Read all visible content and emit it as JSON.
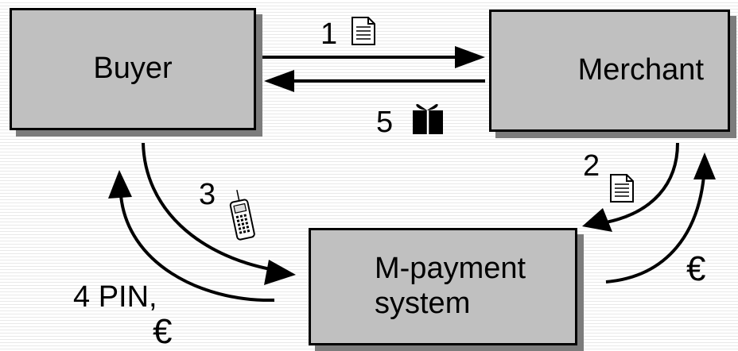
{
  "nodes": {
    "buyer": "Buyer",
    "merchant": "Merchant",
    "payment_line1": "M-payment",
    "payment_line2": "system"
  },
  "steps": {
    "step1": "1",
    "step2": "2",
    "step3": "3",
    "step4": "4  PIN,",
    "step5": "5",
    "euro_merchant": "€",
    "euro_buyer": "€"
  },
  "icons": {
    "step1": "document-icon",
    "step2": "document-icon",
    "step3": "mobile-phone-icon",
    "step5": "gift-icon"
  },
  "colors": {
    "box_fill": "#c0c0c0",
    "box_shadow": "#7c7c7c",
    "stroke": "#000000"
  }
}
